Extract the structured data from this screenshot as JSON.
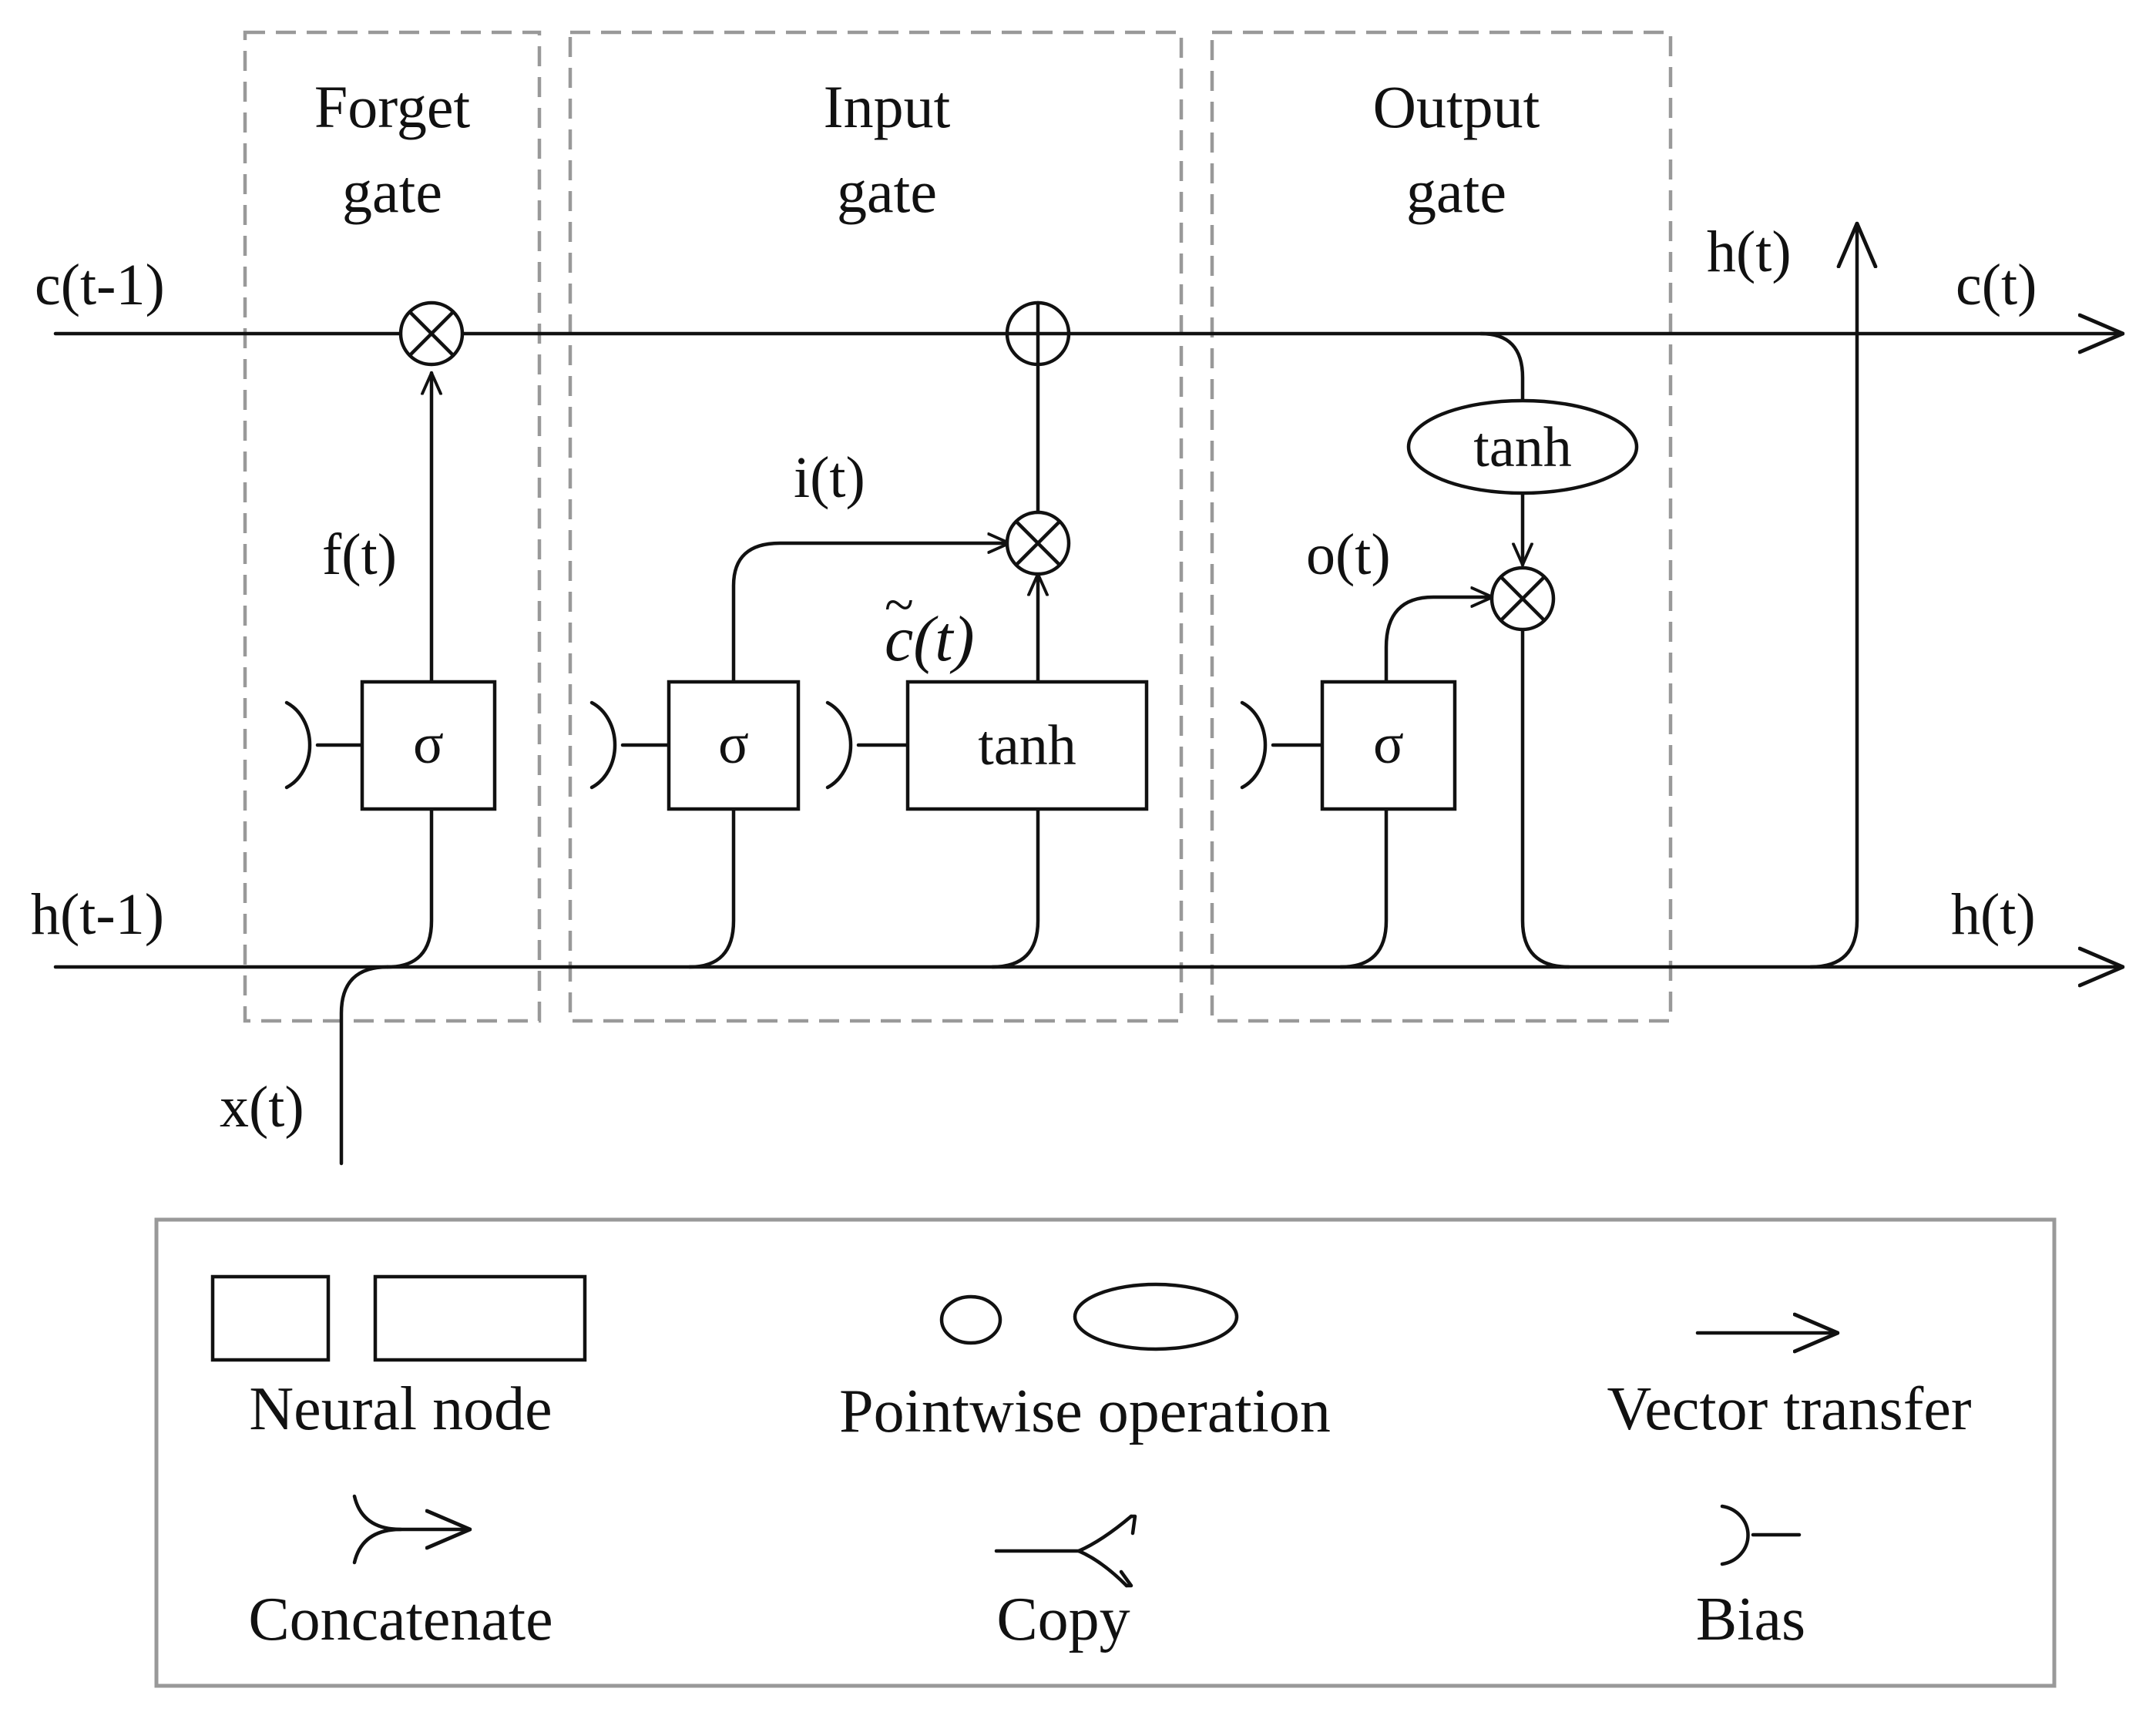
{
  "gates": {
    "forget": {
      "line1": "Forget",
      "line2": "gate"
    },
    "input": {
      "line1": "Input",
      "line2": "gate"
    },
    "output": {
      "line1": "Output",
      "line2": "gate"
    }
  },
  "signals": {
    "c_prev": "c(t-1)",
    "c_next": "c(t)",
    "h_prev": "h(t-1)",
    "h_next": "h(t)",
    "h_up": "h(t)",
    "x": "x(t)",
    "f": "f(t)",
    "i": "i(t)",
    "o": "o(t)",
    "c_tilde": "c(t)",
    "c_tilde_accent": "~"
  },
  "nodes": {
    "sigma": "σ",
    "tanh": "tanh",
    "tanh_pointwise": "tanh"
  },
  "legend": {
    "neural_node": "Neural node",
    "pointwise": "Pointwise operation",
    "vector_transfer": "Vector transfer",
    "concatenate": "Concatenate",
    "copy": "Copy",
    "bias": "Bias"
  }
}
